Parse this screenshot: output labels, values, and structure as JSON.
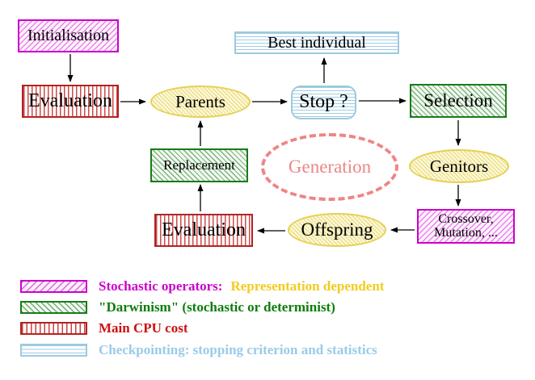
{
  "diagram": {
    "nodes": {
      "initialisation": {
        "label": "Initialisation",
        "style": "magenta-diagonal-hatch"
      },
      "evaluation_top": {
        "label": "Evaluation",
        "style": "red-vertical-lines"
      },
      "parents": {
        "label": "Parents",
        "style": "yellow-ellipse"
      },
      "best_individual": {
        "label": "Best individual",
        "style": "cyan-horizontal-lines"
      },
      "stop": {
        "label": "Stop ?",
        "style": "cyan-horizontal-lines-rounded"
      },
      "selection": {
        "label": "Selection",
        "style": "green-diagonal-hatch"
      },
      "genitors": {
        "label": "Genitors",
        "style": "yellow-ellipse"
      },
      "crossover_mutation": {
        "label_line1": "Crossover,",
        "label_line2": "Mutation, ...",
        "style": "magenta-diagonal-hatch"
      },
      "offspring": {
        "label": "Offspring",
        "style": "yellow-ellipse"
      },
      "evaluation_bottom": {
        "label": "Evaluation",
        "style": "red-vertical-lines"
      },
      "replacement": {
        "label": "Replacement",
        "style": "green-diagonal-hatch"
      },
      "generation": {
        "label": "Generation",
        "style": "salmon-dashed-ellipse"
      }
    },
    "edges": [
      "initialisation->evaluation_top",
      "evaluation_top->parents",
      "parents->stop",
      "stop->best_individual",
      "stop->selection",
      "selection->genitors",
      "genitors->crossover_mutation",
      "crossover_mutation->offspring",
      "offspring->evaluation_bottom",
      "evaluation_bottom->replacement",
      "replacement->parents"
    ],
    "legend": {
      "items": [
        {
          "swatch": "magenta-diagonal-hatch",
          "text": "Stochastic operators:",
          "text2": "Representation dependent",
          "color": "#cc00cc",
          "color2": "#f2cc1e"
        },
        {
          "swatch": "green-diagonal-hatch",
          "text": "\"Darwinism\" (stochastic or determinist)",
          "color": "#0b7d0b"
        },
        {
          "swatch": "red-vertical-lines",
          "text": "Main CPU cost",
          "color": "#cc1111"
        },
        {
          "swatch": "cyan-horizontal-lines",
          "text": "Checkpointing: stopping criterion and statistics",
          "color": "#99cbe8"
        }
      ]
    },
    "colors": {
      "magenta": "#cc00cc",
      "green": "#1a7a1a",
      "red": "#b42121",
      "cyan_border": "#9ec9de",
      "cyan_text": "#99cbe8",
      "yellow_border": "#e6d055",
      "yellow_fill": "#fcf8d8",
      "yellow_text": "#f2cc1e",
      "salmon": "#ee8585",
      "arrow": "#000000",
      "background": "#ffffff"
    }
  }
}
